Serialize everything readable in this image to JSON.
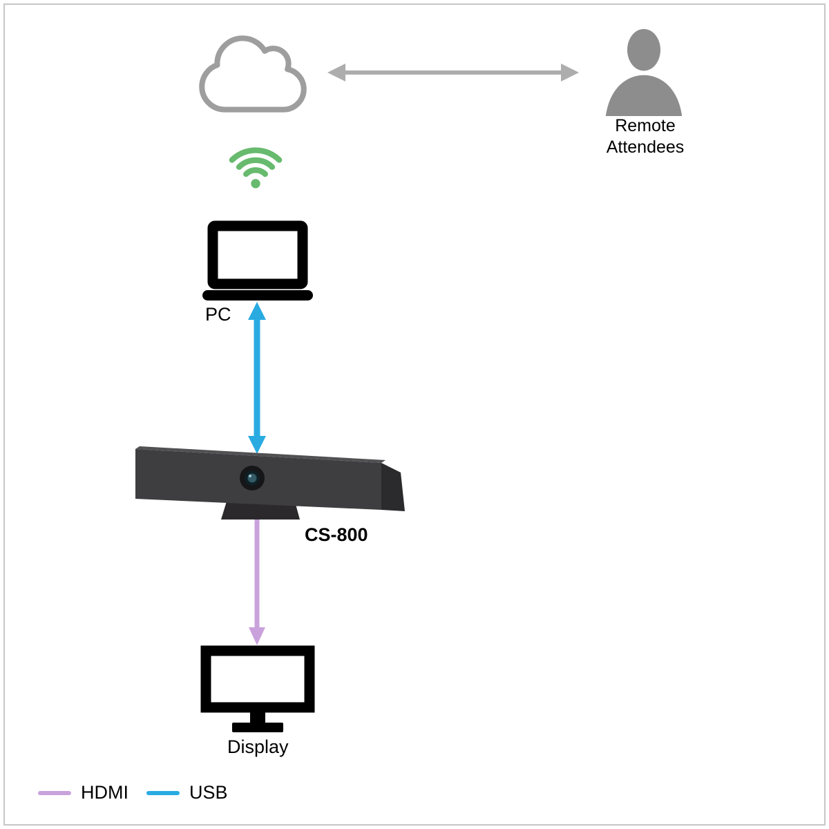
{
  "diagram": {
    "nodes": {
      "remote_attendees": {
        "label": "Remote Attendees"
      },
      "pc": {
        "label": "PC"
      },
      "cs800": {
        "label": "CS-800"
      },
      "display": {
        "label": "Display"
      }
    },
    "connections": [
      {
        "from": "cloud",
        "to": "remote_attendees",
        "link": "network",
        "bidirectional": true
      },
      {
        "from": "pc",
        "to": "cs800",
        "link": "USB",
        "bidirectional": true
      },
      {
        "from": "cs800",
        "to": "display",
        "link": "HDMI",
        "bidirectional": false
      }
    ]
  },
  "legend": {
    "items": [
      {
        "label": "HDMI",
        "color": "#c9a2dc"
      },
      {
        "label": "USB",
        "color": "#29abe2"
      }
    ]
  },
  "colors": {
    "cloud_outline": "#9e9e9e",
    "network_arrow": "#adadad",
    "person": "#8d8d8d",
    "wifi": "#67ba6e",
    "usb_arrow": "#29abe2",
    "hdmi_arrow": "#c9a2dc",
    "icon_black": "#000000",
    "device_front": "#3e3e40",
    "device_side": "#2b2b2d",
    "device_stand": "#2b292c",
    "page_border": "#c6c6c6",
    "background": "#ffffff",
    "text": "#000000"
  }
}
